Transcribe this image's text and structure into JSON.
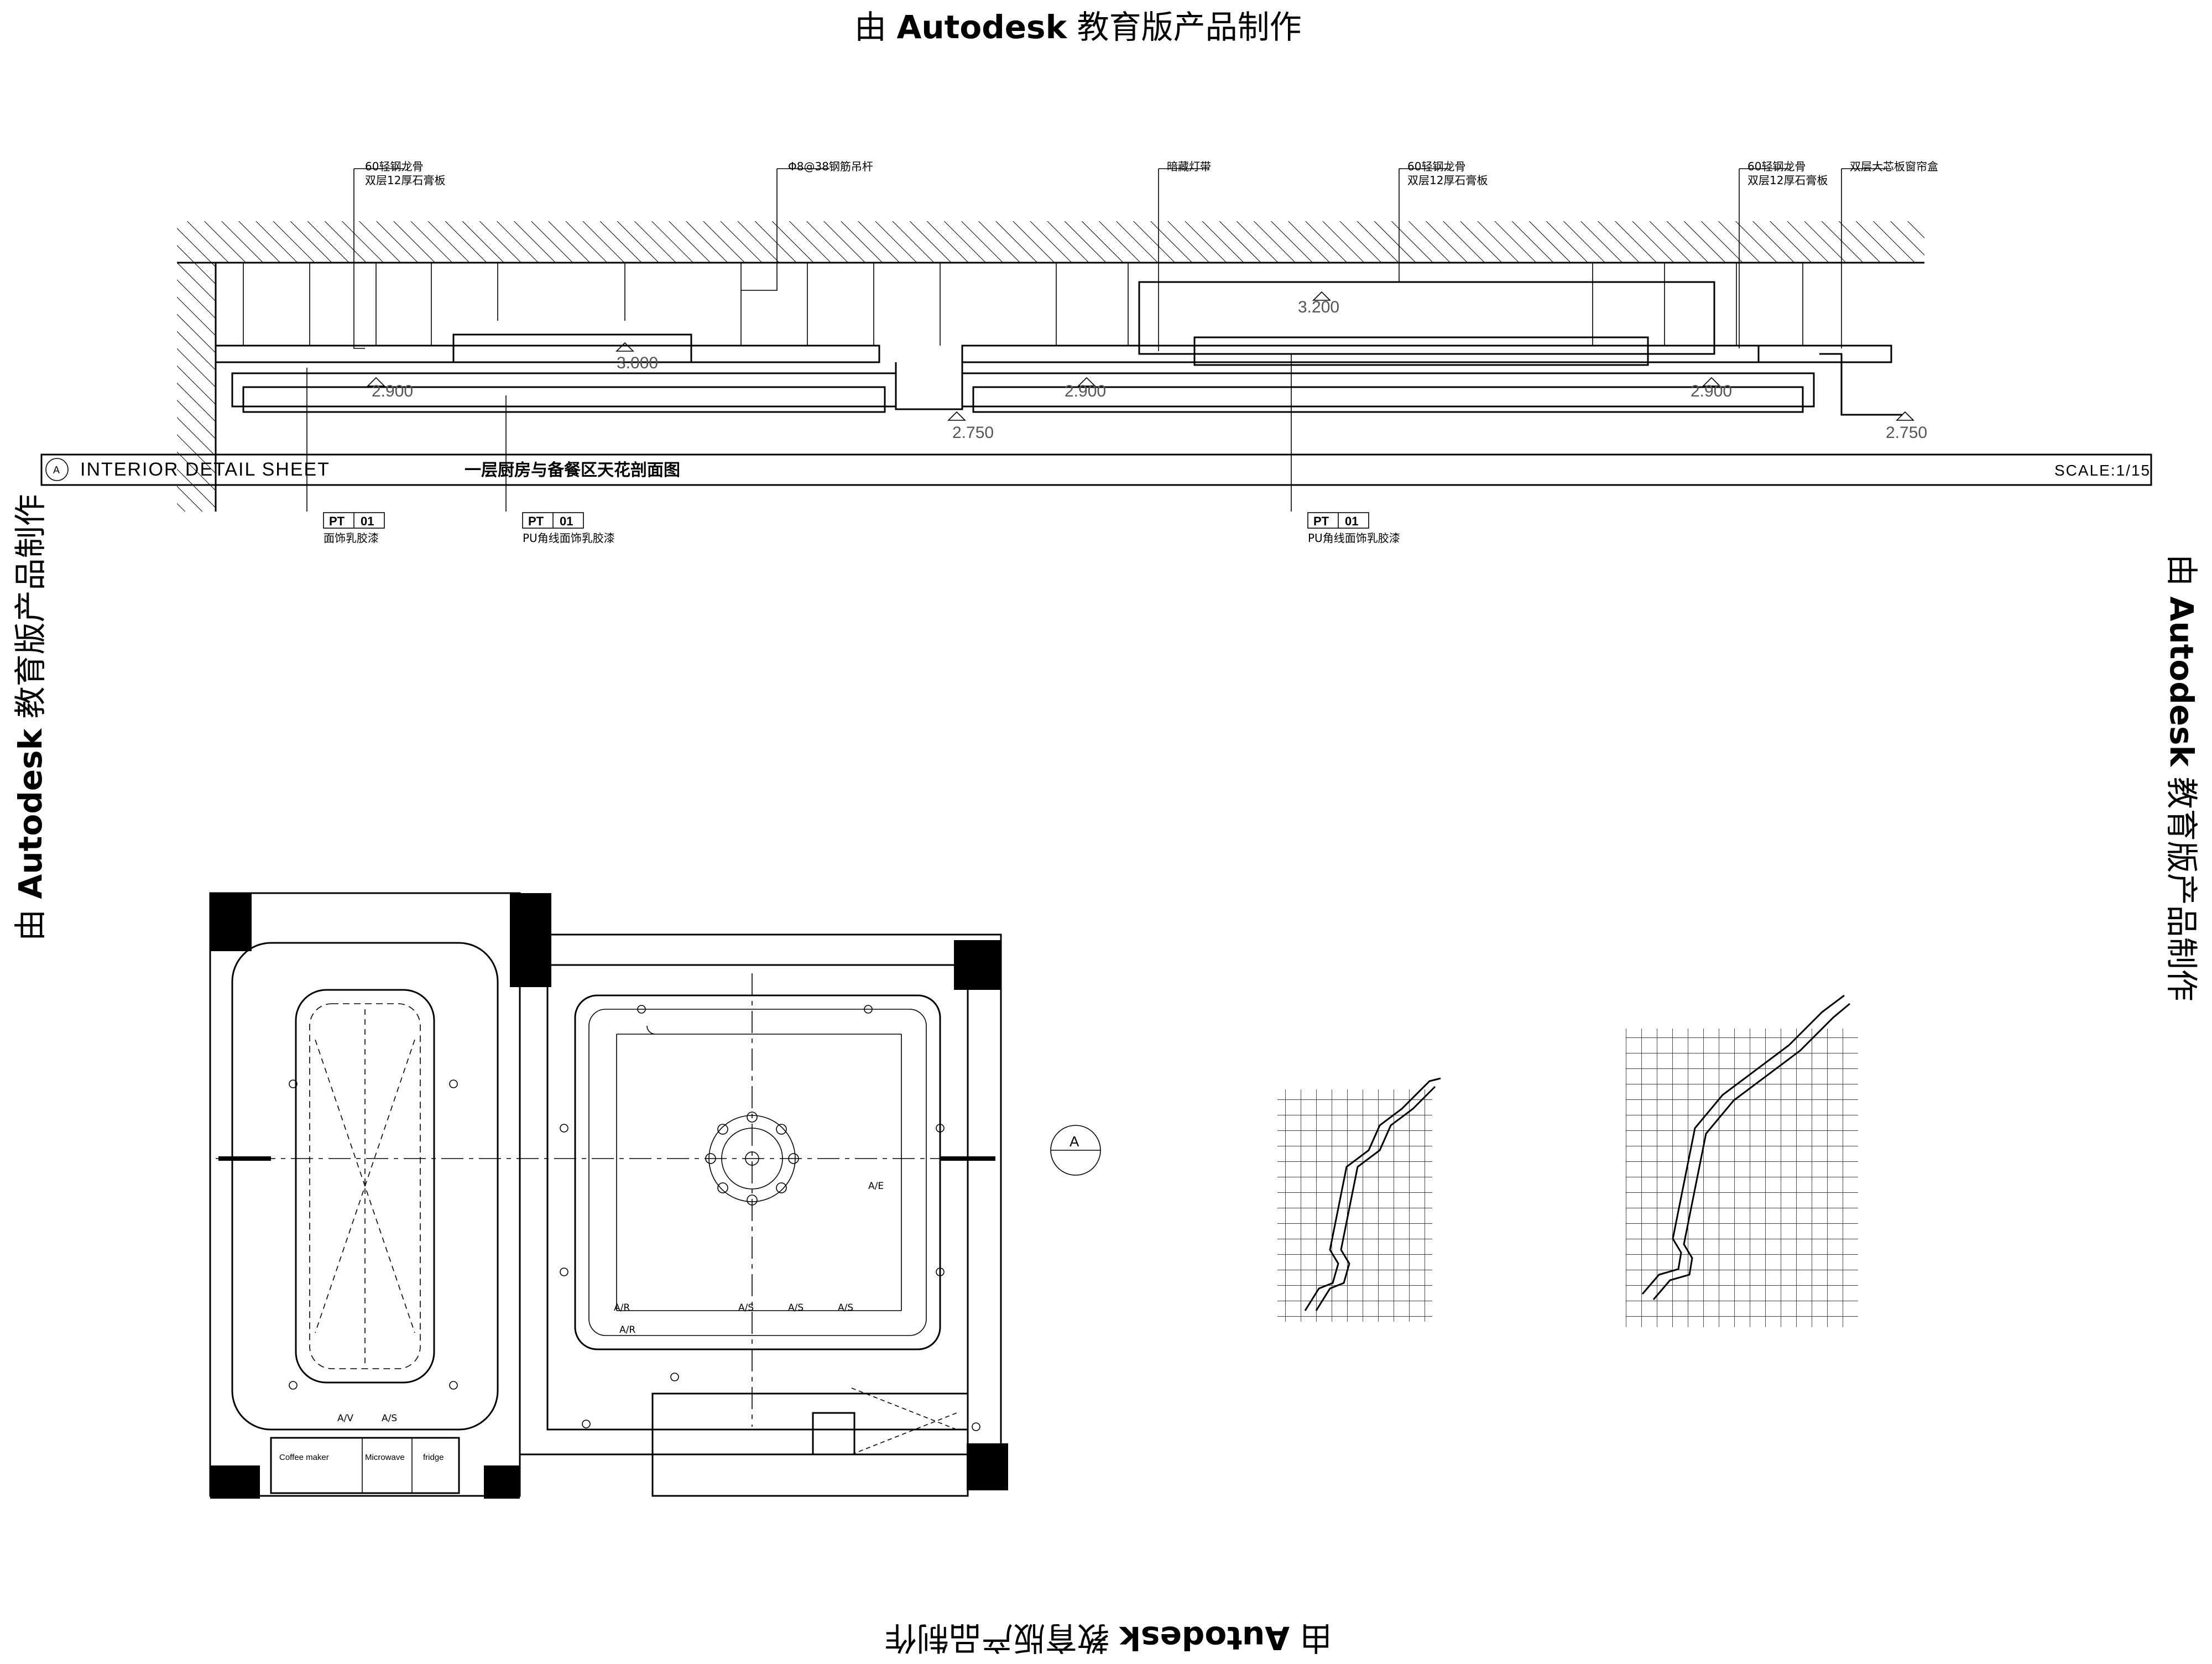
{
  "watermark": {
    "prefix": "由 ",
    "brand": "Autodesk",
    "suffix": " 教育版产品制作"
  },
  "section": {
    "annotations": [
      "60轻钢龙骨",
      "双层12厚石膏板",
      "Φ8@38钢筋吊杆",
      "暗藏灯带",
      "60轻钢龙骨",
      "双层12厚石膏板",
      "60轻钢龙骨",
      "双层12厚石膏板",
      "双层大芯板窗帘盒"
    ],
    "levels": [
      "2.900",
      "3.000",
      "2.750",
      "3.200",
      "2.900",
      "2.900",
      "2.750"
    ],
    "tags": [
      {
        "code": "PT",
        "num": "01",
        "desc": "面饰乳胶漆"
      },
      {
        "code": "PT",
        "num": "01",
        "desc": "PU角线面饰乳胶漆"
      },
      {
        "code": "PT",
        "num": "01",
        "desc": "PU角线面饰乳胶漆"
      }
    ]
  },
  "title_bar": {
    "marker": "A",
    "sheet_title": "INTERIOR DETAIL SHEET",
    "drawing_name": "一层厨房与备餐区天花剖面图",
    "scale": "SCALE:1/15"
  },
  "plan": {
    "section_marker": "A",
    "appliances": [
      "Coffee maker",
      "Microwave",
      "fridge"
    ],
    "av_labels": [
      "A/V",
      "A/S",
      "A/R",
      "A/S",
      "A/S",
      "A/S",
      "A/E",
      "A/R"
    ]
  }
}
